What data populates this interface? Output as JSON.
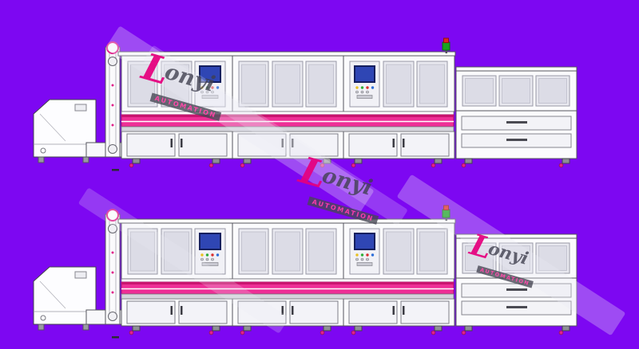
{
  "title": "Automation production line CAD drawing (two identical lines)",
  "background_color": "#7d07f2",
  "watermark": {
    "name": "Lonyi",
    "initial": "L",
    "rest": "onyi",
    "subtitle": "AUTOMATION",
    "instances": 3
  },
  "colors": {
    "background": "#7d07f2",
    "conveyor_pink": "#ee2f96",
    "conveyor_edge_dark": "#c9156f",
    "brand_magenta": "#e6007e",
    "watermark_sub_pink": "#ff3fa4",
    "hmi_screen_blue": "#2f46b4",
    "signal_light_green": "#18a41f",
    "signal_light_red": "#e12424",
    "machine_body_white": "#fbfbfd",
    "outline_gray": "#44444c",
    "caster_pink": "#e0218a"
  },
  "rows": [
    {
      "name": "production-line-top"
    },
    {
      "name": "production-line-bottom"
    }
  ],
  "line_components": [
    "hopper-feeder",
    "elevator-conveyor",
    "process-module-1",
    "process-module-2",
    "process-module-3",
    "conveyor-belt",
    "inspection-station",
    "signal-tower"
  ]
}
